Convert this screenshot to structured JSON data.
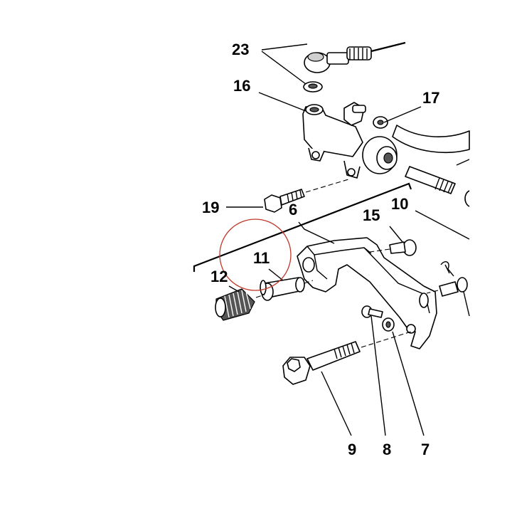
{
  "diagram": {
    "callouts": [
      "23",
      "16",
      "17",
      "19",
      "6",
      "15",
      "10",
      "11",
      "12",
      "9",
      "8",
      "7"
    ],
    "highlight_color": "#c0392b",
    "line_color": "#000000"
  }
}
